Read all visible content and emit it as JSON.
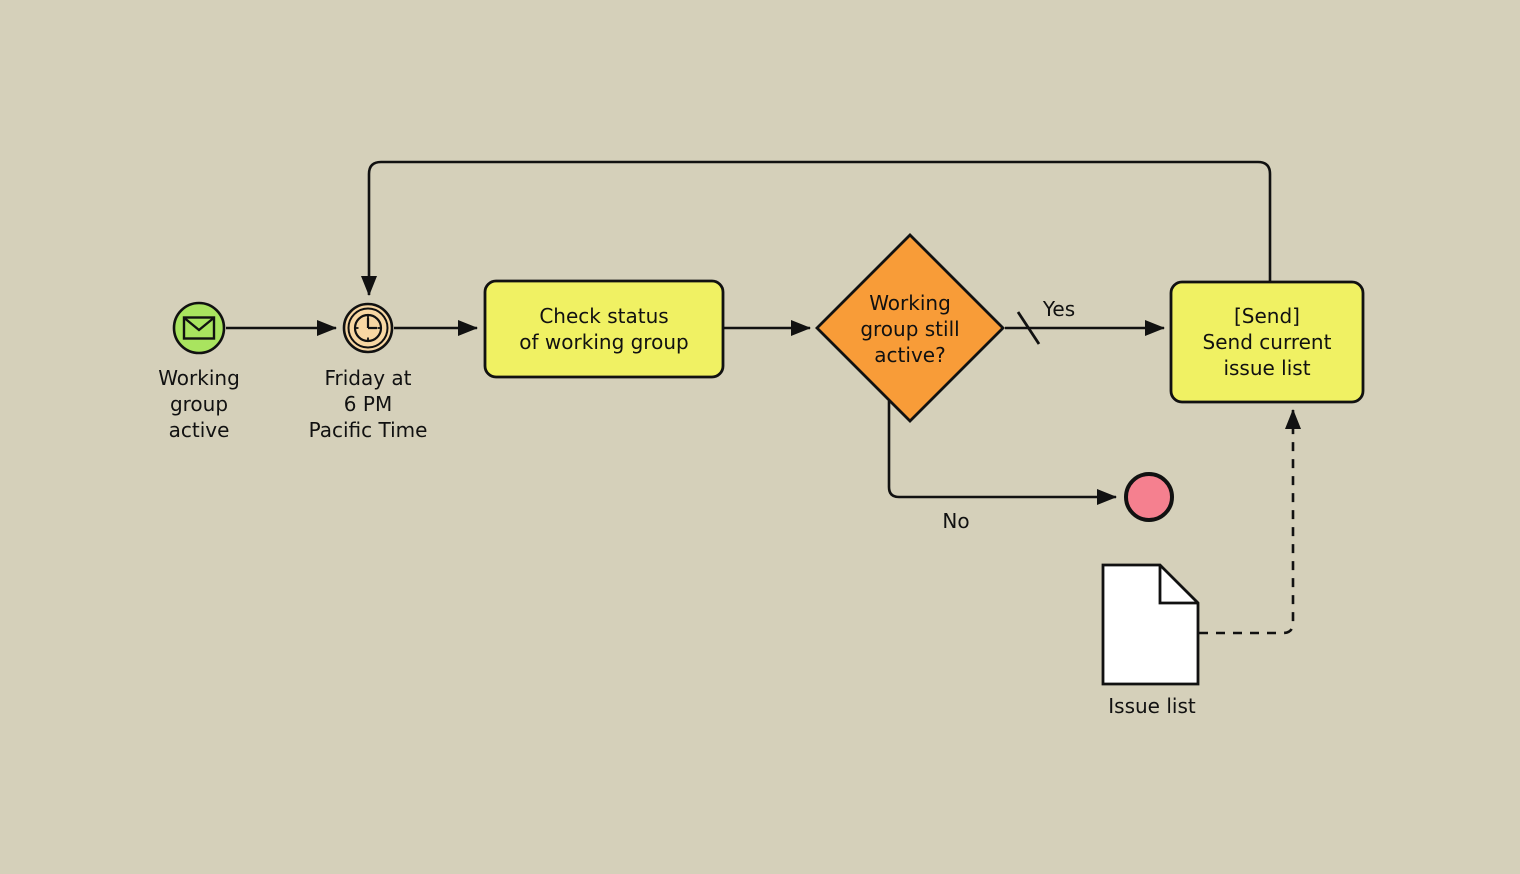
{
  "diagram": {
    "background_color": "#d5d0ba",
    "line_color": "#111111",
    "nodes": {
      "start_event": {
        "type": "message-start-event",
        "label": "Working\ngroup\nactive",
        "fill": "#a9e45f"
      },
      "timer_event": {
        "type": "timer-intermediate-event",
        "label": "Friday at\n6 PM\nPacific Time",
        "fill": "#f8d7a3"
      },
      "task_check_status": {
        "type": "task",
        "label": "Check status\nof working group",
        "fill": "#f0f163"
      },
      "gateway_still_active": {
        "type": "decision-gateway",
        "label": "Working\ngroup still\nactive?",
        "fill": "#f89c38"
      },
      "task_send_list": {
        "type": "task",
        "label": "[Send]\nSend current\nissue list",
        "fill": "#f0f163"
      },
      "end_event": {
        "type": "end-event",
        "fill": "#f5808f"
      },
      "document_issue_list": {
        "type": "document",
        "label": "Issue list",
        "fill": "#ffffff"
      }
    },
    "edges": {
      "yes_label": "Yes",
      "no_label": "No"
    }
  }
}
